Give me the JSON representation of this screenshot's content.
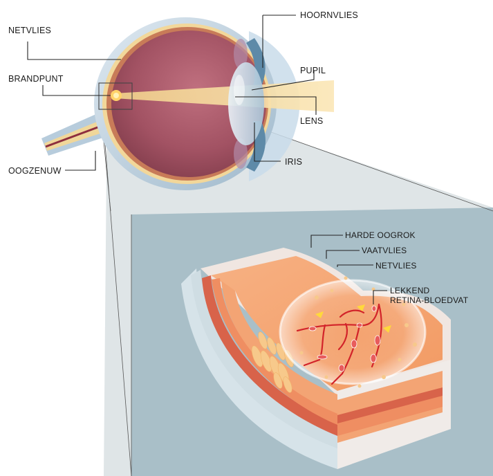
{
  "eye_labels": {
    "netvlies": "NETVLIES",
    "brandpunt": "BRANDPUNT",
    "oogzenuw": "OOGZENUW",
    "hoornvlies": "HOORNVLIES",
    "pupil": "PUPIL",
    "lens": "LENS",
    "iris": "IRIS"
  },
  "detail_labels": {
    "harde_oogrok": "HARDE OOGROK",
    "vaatvlies": "VAATVLIES",
    "netvlies": "NETVLIES",
    "lekkend_line1": "LEKKEND",
    "lekkend_line2": "RETINA-BLOEDVAT"
  },
  "colors": {
    "panel_blue": "#a9bfc8",
    "sclera_blue": "#c7d8e4",
    "eye_interior": "#a45566",
    "light_beam": "#f8dfa6",
    "retina_orange": "#f3a06c",
    "vessel_red": "#d2232a"
  }
}
